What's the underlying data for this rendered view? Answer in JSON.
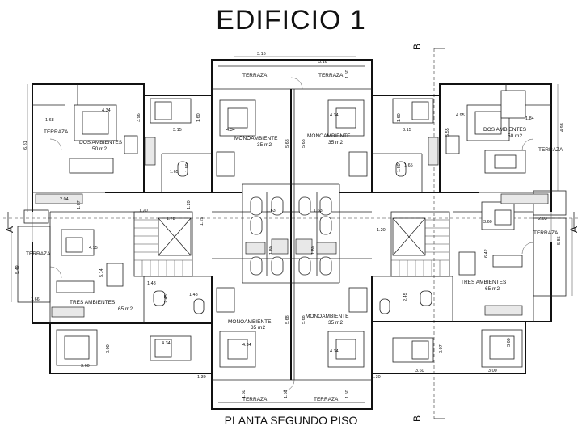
{
  "title": "EDIFICIO 1",
  "subtitle": "PLANTA SEGUNDO PISO",
  "section_marks": {
    "a": "A",
    "b": "B"
  },
  "room_labels": [
    {
      "id": "terraza-top-left",
      "text": "TERRAZA"
    },
    {
      "id": "terraza-top-right",
      "text": "TERRAZA"
    },
    {
      "id": "terraza-left-upper",
      "text": "TERRAZA"
    },
    {
      "id": "terraza-right-upper",
      "text": "TERRAZA"
    },
    {
      "id": "terraza-left-mid",
      "text": "TERRAZA"
    },
    {
      "id": "terraza-right-mid",
      "text": "TERRAZA"
    },
    {
      "id": "terraza-bottom-left",
      "text": "TERRAZA"
    },
    {
      "id": "terraza-bottom-right",
      "text": "TERRAZA"
    },
    {
      "id": "dos-amb-left",
      "text": "DOS AMBIENTES"
    },
    {
      "id": "dos-amb-left-area",
      "text": "50 m2"
    },
    {
      "id": "dos-amb-right",
      "text": "DOS AMBIENTES"
    },
    {
      "id": "dos-amb-right-area",
      "text": "50 m2"
    },
    {
      "id": "mono-tl",
      "text": "MONOAMBIENTE"
    },
    {
      "id": "mono-tl-area",
      "text": "35 m2"
    },
    {
      "id": "mono-tr",
      "text": "MONOAMBIENTE"
    },
    {
      "id": "mono-tr-area",
      "text": "35 m2"
    },
    {
      "id": "mono-bl",
      "text": "MONOAMBIENTE"
    },
    {
      "id": "mono-bl-area",
      "text": "35 m2"
    },
    {
      "id": "mono-br",
      "text": "MONOAMBIENTE"
    },
    {
      "id": "mono-br-area",
      "text": "35 m2"
    },
    {
      "id": "tres-amb-left",
      "text": "TRES AMBIENTES"
    },
    {
      "id": "tres-amb-left-area",
      "text": "65 m2"
    },
    {
      "id": "tres-amb-right",
      "text": "TRES AMBIENTES"
    },
    {
      "id": "tres-amb-right-area",
      "text": "65 m2"
    }
  ],
  "dimensions": [
    "3.16",
    "3.16",
    "1.50",
    "1.68",
    "6.81",
    "4.34",
    "3.15",
    "1.60",
    "3.96",
    "4.34",
    "5.68",
    "5.68",
    "4.34",
    "1.60",
    "3.15",
    "5.55",
    "4.95",
    "1.84",
    "4.98",
    "1.80",
    "1.80",
    "1.65",
    "1.65",
    "2.04",
    "1.87",
    "1.20",
    "1.78",
    "1.20",
    "1.29",
    "1.63",
    "1.63",
    "1.80",
    "1.80",
    "2.03",
    "3.60",
    "1.20",
    "5.85",
    "5.49",
    "4.15",
    "5.14",
    "6.42",
    "1.66",
    "1.48",
    "1.48",
    "2.45",
    "2.45",
    "5.68",
    "5.68",
    "4.34",
    "4.34",
    "3.00",
    "3.60",
    "4.34",
    "3.07",
    "3.60",
    "3.60",
    "3.00",
    "1.50",
    "1.50",
    "1.30",
    "1.30",
    "1.50"
  ]
}
